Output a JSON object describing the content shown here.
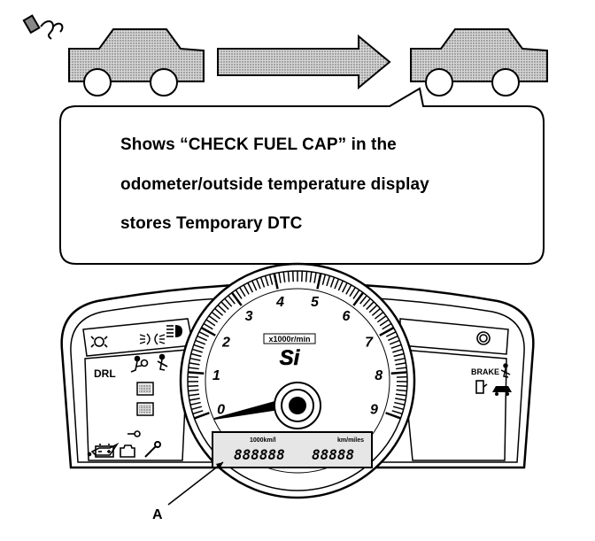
{
  "callout": {
    "line1": "Shows “CHECK FUEL CAP” in the",
    "line2": "odometer/outside temperature display",
    "line3": "stores Temporary DTC"
  },
  "cluster": {
    "tach_numbers": [
      "0",
      "1",
      "2",
      "3",
      "4",
      "5",
      "6",
      "7",
      "8",
      "9"
    ],
    "tach_units": "x1000r/min",
    "badge": "Si",
    "drl_label": "DRL",
    "brake_label": "BRAKE",
    "odometer_digits": "888888",
    "temp_digits": "88888",
    "odo_unit": "1000km/l",
    "temp_unit": "km/miles"
  },
  "callout_label": "A",
  "icons": [
    "fuel-cap-icon",
    "car-icon",
    "arrow-icon",
    "headlight-icon",
    "high-beam-icon",
    "fog-light-icon",
    "airbag-icon",
    "seatbelt-icon",
    "oil-pressure-icon",
    "battery-icon",
    "check-engine-icon",
    "wrench-icon",
    "parking-brake-icon",
    "door-open-icon",
    "trunk-open-icon"
  ],
  "colors": {
    "car_fill": "#c9c9c9",
    "ink": "#000000",
    "display_fill": "#d9d9d9"
  }
}
